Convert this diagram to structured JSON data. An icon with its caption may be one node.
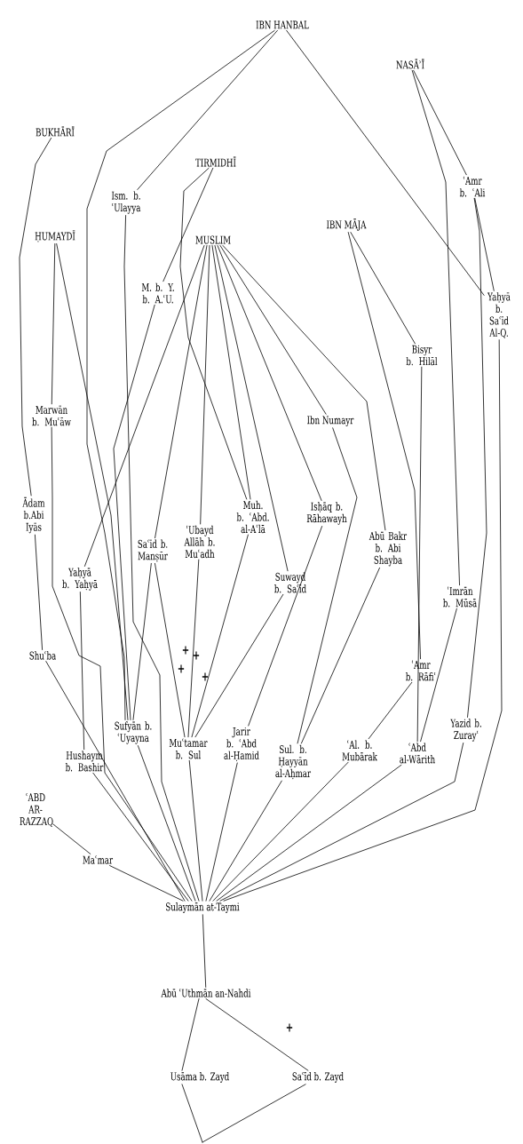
{
  "diagram": {
    "nodes": [
      {
        "text": [
          "IBN HANBAL"
        ]
      },
      {
        "text": [
          "NASĀʾĪ"
        ]
      },
      {
        "text": [
          "BUKHĀRĪ"
        ]
      },
      {
        "text": [
          "TIRMIDHĪ"
        ]
      },
      {
        "text": [
          "Ism. b. ʿUlayya"
        ]
      },
      {
        "text": [
          "ʿAmr b. ʿAli"
        ]
      },
      {
        "text": [
          "ḤUMAYDĪ"
        ]
      },
      {
        "text": [
          "MUSLIM"
        ]
      },
      {
        "text": [
          "IBN MĀJA"
        ]
      },
      {
        "text": [
          "M. b. Y. b. A.ʿU."
        ]
      },
      {
        "text": [
          "Yaḥyā b. Saʿīd Al-Q."
        ]
      },
      {
        "text": [
          "Bisyr b. Hilāl"
        ]
      },
      {
        "text": [
          "Marwān b. Muʿāw"
        ]
      },
      {
        "text": [
          "Ibn Numayr"
        ]
      },
      {
        "text": [
          "Ādam b.Abi Iyās"
        ]
      },
      {
        "text": [
          "Muh. b. ʿAbd. al-Aʿlā"
        ]
      },
      {
        "text": [
          "Isḥāq b. Rāhawayh"
        ]
      },
      {
        "text": [
          "ʿUbayd Allāh b. Muʿadh"
        ]
      },
      {
        "text": [
          "Saʿīd b. Manṣūr"
        ]
      },
      {
        "text": [
          "Abū Bakr b. Abi Shayba"
        ]
      },
      {
        "text": [
          "Yaḥyā b. Yaḥyā"
        ]
      },
      {
        "text": [
          "Suwayd b. Saʿīd"
        ]
      },
      {
        "text": [
          "ʿImrān b. Mūsā"
        ]
      },
      {
        "text": [
          "Shuʿba"
        ]
      },
      {
        "text": [
          "ʿAmr b. Rāfiʿ"
        ]
      },
      {
        "text": [
          "Sufyān b. ʿUyayna"
        ]
      },
      {
        "text": [
          "Jarir b. ʿAbd al-Ḥamid"
        ]
      },
      {
        "text": [
          "Yazid b. Zurayʿ"
        ]
      },
      {
        "text": [
          "Sul. b. Ḥayyān al-Aḥmar"
        ]
      },
      {
        "text": [
          "Hushaym b. Bashir"
        ]
      },
      {
        "text": [
          "Muʿtamar b. Sul"
        ]
      },
      {
        "text": [
          "ʿAl. b. Mubārak"
        ]
      },
      {
        "text": [
          "ʿAbd al-Wārith"
        ]
      },
      {
        "text": [
          "ʿABD AR-RAZZAQ"
        ]
      },
      {
        "text": [
          "Maʿmar"
        ]
      },
      {
        "text": [
          "Sulaymān at-Taymi"
        ]
      },
      {
        "text": [
          "Abū ʿUthmān an-Nahdi"
        ]
      },
      {
        "text": [
          "Usāma b. Zayd"
        ]
      },
      {
        "text": [
          "Saʿīd b. Zayd"
        ]
      }
    ],
    "edges": [
      {
        "from": 0,
        "to": 25,
        "arrow": "none"
      },
      {
        "from": 0,
        "to": 4,
        "arrow": "none"
      },
      {
        "from": 0,
        "to": 10,
        "arrow": "none"
      },
      {
        "from": 1,
        "to": 5,
        "arrow": "none"
      },
      {
        "from": 1,
        "to": 22,
        "arrow": "none"
      },
      {
        "from": 2,
        "to": 14,
        "arrow": "none"
      },
      {
        "from": 3,
        "to": 9,
        "arrow": "none"
      },
      {
        "from": 3,
        "to": 15,
        "arrow": "none"
      },
      {
        "from": 4,
        "to": 35,
        "arrow": "none"
      },
      {
        "from": 5,
        "to": 10,
        "arrow": "none"
      },
      {
        "from": 5,
        "to": 27,
        "arrow": "none"
      },
      {
        "from": 6,
        "to": 12,
        "arrow": "none"
      },
      {
        "from": 6,
        "to": 25,
        "arrow": "none"
      },
      {
        "from": 7,
        "to": 20,
        "arrow": "none"
      },
      {
        "from": 7,
        "to": 18,
        "arrow": "none"
      },
      {
        "from": 7,
        "to": 17,
        "arrow": "none"
      },
      {
        "from": 7,
        "to": 15,
        "arrow": "none"
      },
      {
        "from": 7,
        "to": 21,
        "arrow": "none"
      },
      {
        "from": 7,
        "to": 16,
        "arrow": "none"
      },
      {
        "from": 7,
        "to": 13,
        "arrow": "none"
      },
      {
        "from": 7,
        "to": 19,
        "arrow": "none"
      },
      {
        "from": 8,
        "to": 11,
        "arrow": "none"
      },
      {
        "from": 8,
        "to": 24,
        "arrow": "none"
      },
      {
        "from": 9,
        "to": 25,
        "arrow": "none"
      },
      {
        "from": 10,
        "to": 35,
        "arrow": "none"
      },
      {
        "from": 11,
        "to": 32,
        "arrow": "none"
      },
      {
        "from": 12,
        "to": 35,
        "arrow": "none"
      },
      {
        "from": 13,
        "to": 28,
        "arrow": "none"
      },
      {
        "from": 14,
        "to": 23,
        "arrow": "none"
      },
      {
        "from": 15,
        "to": 30,
        "arrow": "none"
      },
      {
        "from": 16,
        "to": 26,
        "arrow": "none"
      },
      {
        "from": 17,
        "to": 30,
        "arrow": "none"
      },
      {
        "from": 18,
        "to": 30,
        "arrow": "none"
      },
      {
        "from": 18,
        "to": 25,
        "arrow": "none"
      },
      {
        "from": 19,
        "to": 28,
        "arrow": "none"
      },
      {
        "from": 20,
        "to": 29,
        "arrow": "none"
      },
      {
        "from": 21,
        "to": 30,
        "arrow": "none"
      },
      {
        "from": 22,
        "to": 32,
        "arrow": "none"
      },
      {
        "from": 23,
        "to": 35,
        "arrow": "none"
      },
      {
        "from": 24,
        "to": 31,
        "arrow": "none"
      },
      {
        "from": 25,
        "to": 35,
        "arrow": "none"
      },
      {
        "from": 26,
        "to": 35,
        "arrow": "none"
      },
      {
        "from": 27,
        "to": 35,
        "arrow": "none"
      },
      {
        "from": 28,
        "to": 35,
        "arrow": "none"
      },
      {
        "from": 29,
        "to": 35,
        "arrow": "none"
      },
      {
        "from": 30,
        "to": 35,
        "arrow": "none"
      },
      {
        "from": 31,
        "to": 35,
        "arrow": "none"
      },
      {
        "from": 32,
        "to": 35,
        "arrow": "none"
      },
      {
        "from": 33,
        "to": 34,
        "arrow": "none"
      },
      {
        "from": 34,
        "to": 35,
        "arrow": "none"
      },
      {
        "from": 35,
        "to": 36,
        "arrow": "none"
      },
      {
        "from": 36,
        "to": 37,
        "arrow": "none"
      },
      {
        "from": 36,
        "to": 38,
        "arrow": "none"
      },
      {
        "from": 37,
        "to": null,
        "arrow": "none"
      },
      {
        "from": 38,
        "to": null,
        "arrow": "none"
      }
    ],
    "labels": [
      "+",
      "+",
      "+",
      "+",
      "+"
    ]
  }
}
